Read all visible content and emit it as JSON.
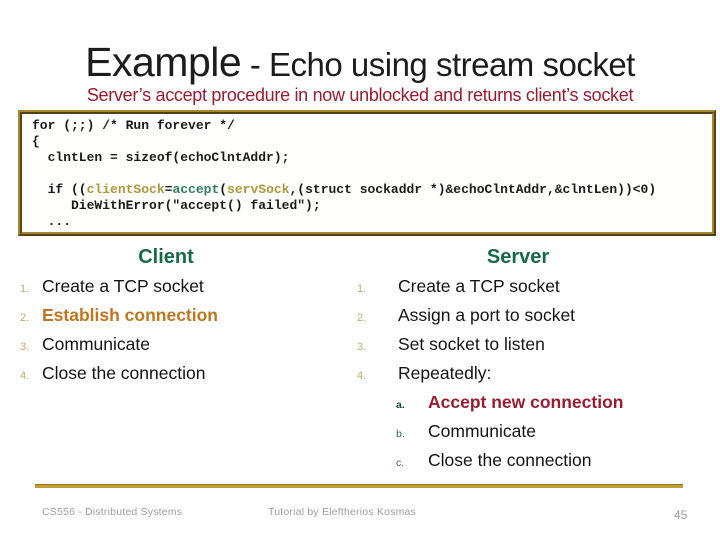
{
  "title": {
    "main": "Example",
    "rest": " - Echo using stream socket"
  },
  "subtitle": "Server’s accept procedure in now unblocked and returns client’s socket",
  "code": {
    "lines": [
      [
        {
          "t": "for (;;) /* Run forever */"
        }
      ],
      [
        {
          "t": "{"
        }
      ],
      [
        {
          "t": "  clntLen = sizeof(echoClntAddr);"
        }
      ],
      [],
      [
        {
          "t": "  if (("
        },
        {
          "t": "clientSock",
          "c": "gold"
        },
        {
          "t": "="
        },
        {
          "t": "accept",
          "c": "teal"
        },
        {
          "t": "("
        },
        {
          "t": "servSock",
          "c": "gold"
        },
        {
          "t": ",(struct sockaddr *)&echoClntAddr,&clntLen))<0)"
        }
      ],
      [
        {
          "t": "     DieWithError(\"accept() failed\");"
        }
      ],
      [
        {
          "t": "  ..."
        }
      ]
    ]
  },
  "client": {
    "header": "Client",
    "items": [
      {
        "num": "1.",
        "text": "Create a TCP socket",
        "style": "normal"
      },
      {
        "num": "2.",
        "text": "Establish connection",
        "style": "highlight-orange"
      },
      {
        "num": "3.",
        "text": "Communicate",
        "style": "normal"
      },
      {
        "num": "4.",
        "text": "Close the connection",
        "style": "normal"
      }
    ]
  },
  "server": {
    "header": "Server",
    "items": [
      {
        "num": "1.",
        "text": "Create a TCP socket",
        "style": "normal"
      },
      {
        "num": "2.",
        "text": "Assign a port to socket",
        "style": "normal"
      },
      {
        "num": "3.",
        "text": "Set socket to listen",
        "style": "normal"
      },
      {
        "num": "4.",
        "text": "Repeatedly:",
        "style": "normal"
      }
    ],
    "subitems": [
      {
        "num": "a.",
        "text": "Accept new connection",
        "style": "highlight-maroon"
      },
      {
        "num": "b.",
        "text": "Communicate",
        "style": "normal"
      },
      {
        "num": "c.",
        "text": "Close the connection",
        "style": "normal"
      }
    ]
  },
  "footer": {
    "left": "CS556 - Distributed Systems",
    "center": "Tutorial by Eleftherios Kosmas",
    "page": "45"
  },
  "colors": {
    "maroon": "#9c1b31",
    "green": "#186a47",
    "orange": "#c1761d",
    "gold-border": "#a6862e",
    "gold-divider": "#c49e33",
    "gold-code": "#ae9838",
    "teal-code": "#2e8060",
    "tan-marker": "#c6ac6b",
    "teal-marker": "#2e6565",
    "footer-gray": "#9e9e9e"
  }
}
